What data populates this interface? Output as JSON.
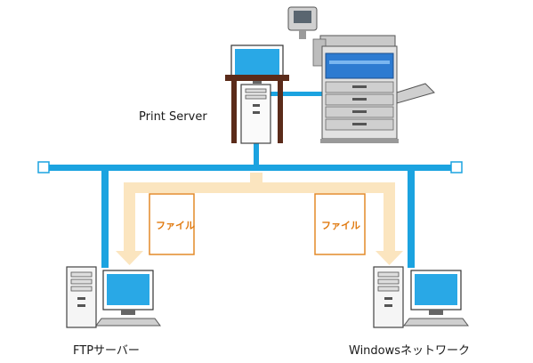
{
  "labels": {
    "print_server": "Print Server",
    "ftp_server": "FTPサーバー",
    "windows_network": "Windowsネットワーク",
    "file_left": "ファイル",
    "file_right": "ファイル"
  },
  "colors": {
    "network_line": "#1ba3e0",
    "data_flow": "#fbe5bf",
    "doc_border": "#e38a28",
    "doc_text": "#e07a10",
    "monitor_screen": "#29a8e6",
    "printer_accent": "#2d7bd1"
  }
}
